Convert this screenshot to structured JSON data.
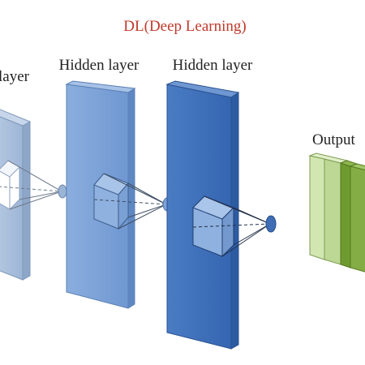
{
  "diagram": {
    "title": "DL(Deep Learning)",
    "labels": {
      "input_partial": "layer",
      "hidden_1": "Hidden layer",
      "hidden_2": "Hidden layer",
      "output_partial": "Output"
    },
    "colors": {
      "title": "#c0392b",
      "text": "#222222",
      "input_layer": "#a9bfdc",
      "hidden_1": "#7ba1d8",
      "hidden_2": "#3d6fba",
      "output_light": "#c6dea0",
      "output_dark": "#7ea83c",
      "connector": "#6d7a8c"
    }
  }
}
